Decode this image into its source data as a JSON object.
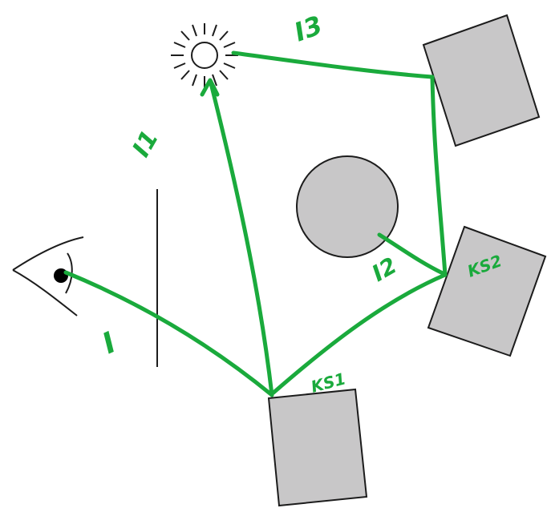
{
  "colors": {
    "ray": "#1aaa3c",
    "object_fill": "#c8c7c8",
    "outline": "#1c1c1c",
    "background": "#ffffff"
  },
  "icons": {
    "eye": "eye-icon",
    "light": "light-source-icon"
  },
  "labels": {
    "ray_eye": "I",
    "ray_light_1": "I1",
    "ray_light_3": "I3",
    "ray_circle": "I2",
    "box_1": "KS1",
    "box_2": "KS2"
  }
}
